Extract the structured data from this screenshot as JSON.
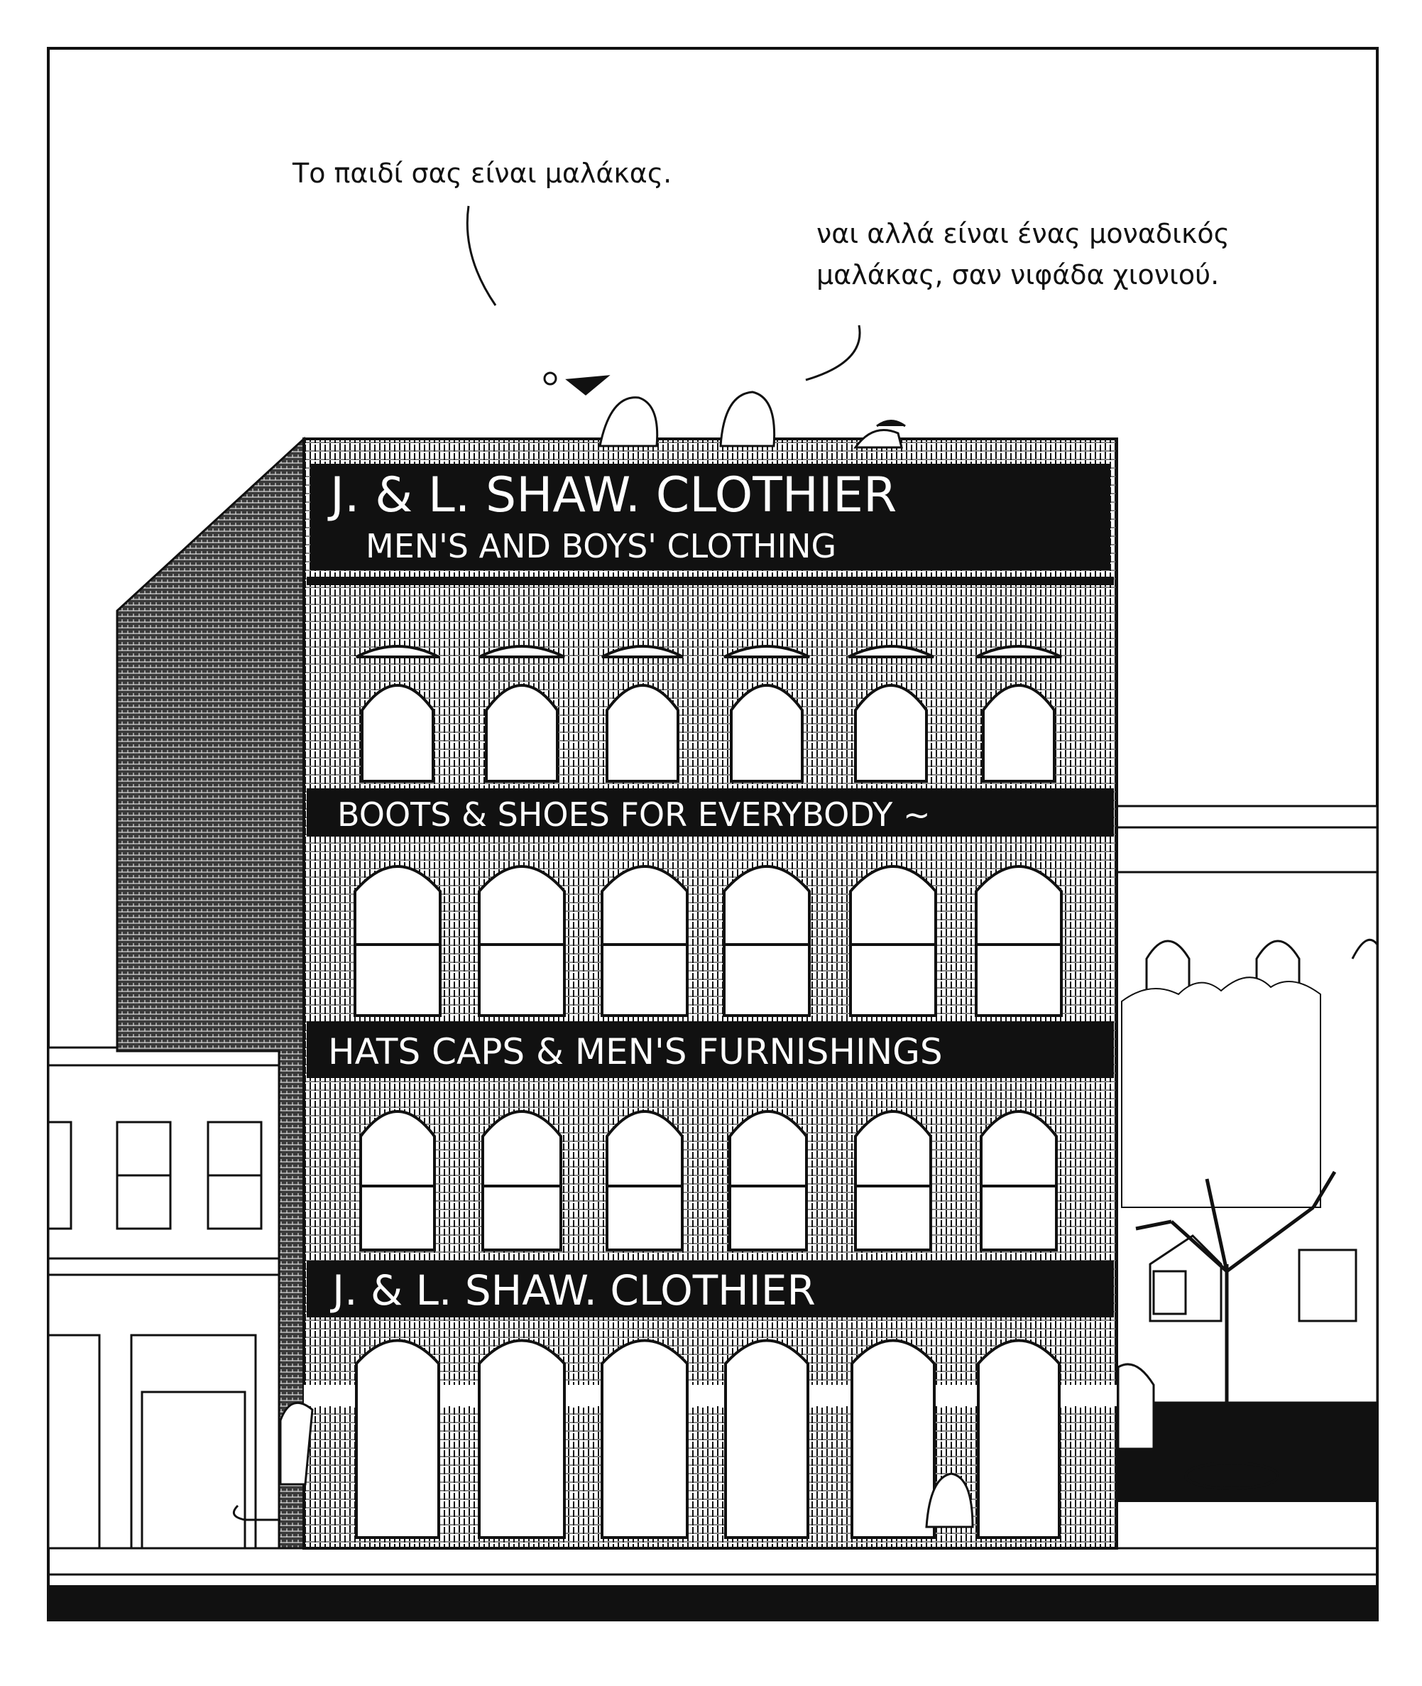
{
  "balloons": {
    "left": "Το παιδί σας είναι μαλάκας.",
    "right_line1": "ναι αλλά είναι ένας μοναδικός",
    "right_line2": "μαλάκας, σαν νιφάδα χιονιού."
  },
  "signs": {
    "top_line1": "J. & L. SHAW.  CLOTHIER",
    "top_line2": "MEN'S AND BOYS' CLOTHING",
    "boots": "BOOTS & SHOES FOR EVERYBODY ~",
    "hats": "HATS CAPS & MEN'S FURNISHINGS",
    "bottom": "J. & L. SHAW. CLOTHIER"
  },
  "colors": {
    "ink": "#111111",
    "paper": "#ffffff",
    "brick": "#6e6e6e"
  }
}
